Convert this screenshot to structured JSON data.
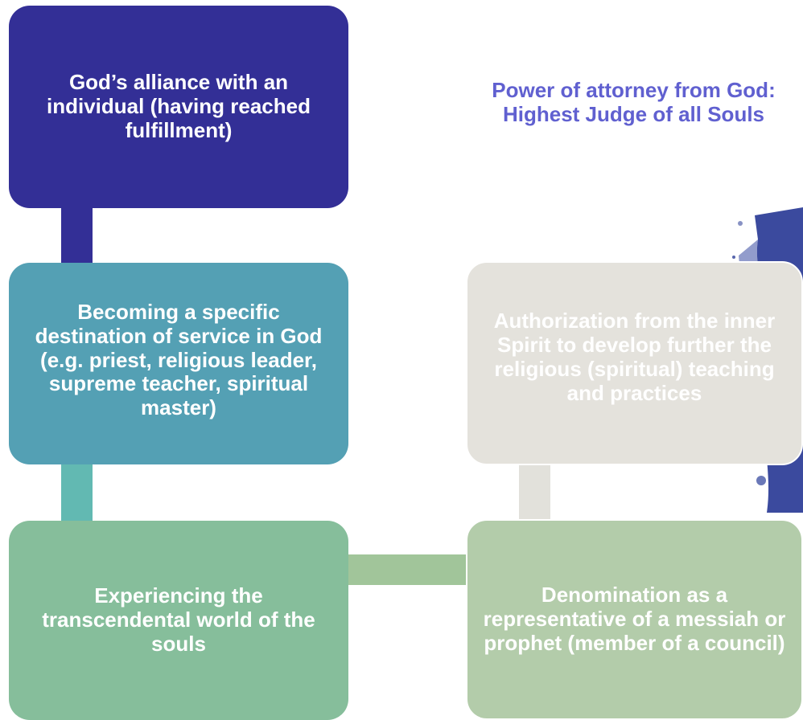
{
  "diagram": {
    "boxes": {
      "alliance": "God’s alliance with an individual (having reached fulfillment)",
      "attorney": "Power of attorney from God: Highest Judge of all Souls",
      "service": "Becoming a specific destination of service in God (e.g. priest, religious leader, supreme teacher, spiritual master)",
      "authorization": "Authorization from the inner Spirit to develop further the religious (spiritual) teaching and practices",
      "experiencing": "Experiencing the transcendental world of the souls",
      "denomination": "Denomination as a representative of a messiah or prophet (member of a council)"
    }
  },
  "colors": {
    "alliance": "#332f96",
    "service": "#54a0b4",
    "experiencing": "#86be9b",
    "denomination": "#b3ccaa",
    "authorization": "#e4e2dc",
    "attorney_text": "#6060d0"
  }
}
